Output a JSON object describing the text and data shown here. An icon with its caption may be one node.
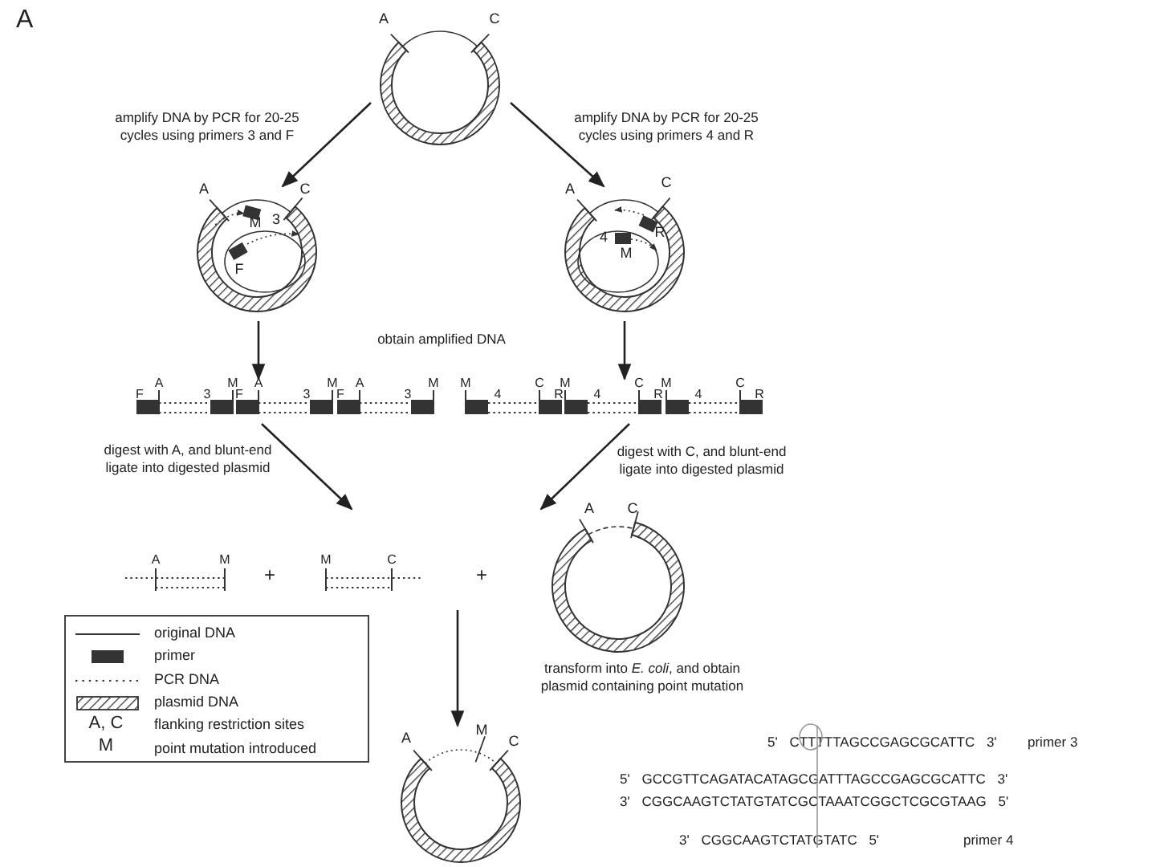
{
  "diagram": {
    "nodes": [
      {
        "text": [
          "A",
          "C"
        ]
      },
      {
        "text": [
          "A",
          "C",
          "M",
          "3",
          "F"
        ]
      },
      {
        "text": [
          "A",
          "C",
          "R",
          "4",
          "M"
        ]
      },
      {
        "text": [
          "F",
          "A",
          "3",
          "M",
          "F",
          "A",
          "3",
          "M",
          "F",
          "A",
          "3",
          "M"
        ]
      },
      {
        "text": [
          "M",
          "4",
          "C",
          "R",
          "M",
          "4",
          "C",
          "R",
          "M",
          "4",
          "C",
          "R"
        ]
      },
      {
        "text": [
          "A",
          "M"
        ]
      },
      {
        "text": [
          "M",
          "C"
        ]
      },
      {
        "text": [
          "A",
          "C"
        ],
        "beside": [
          "transform into *E. coli*, and obtain plasmid containing point mutation"
        ]
      },
      {
        "text": [
          "A",
          "M",
          "C"
        ]
      }
    ],
    "edges": [
      {
        "from": 0,
        "to": 1,
        "arrow": "to",
        "label": "amplify DNA by PCR for 20-25 cycles using primers 3 and F"
      },
      {
        "from": 0,
        "to": 2,
        "arrow": "to",
        "label": "amplify DNA by PCR for 20-25 cycles using primers 4 and R"
      },
      {
        "from": 1,
        "to": 3,
        "arrow": "to"
      },
      {
        "from": 2,
        "to": 4,
        "arrow": "to"
      },
      {
        "from": 3,
        "to": null,
        "arrow": "to",
        "label": "digest with A, and blunt-end ligate into digested plasmid"
      },
      {
        "from": 4,
        "to": 7,
        "arrow": "to",
        "label": "digest with C, and blunt-end ligate into digested plasmid"
      },
      {
        "from": null,
        "to": 8,
        "arrow": "to"
      }
    ],
    "labels": [
      "A",
      "obtain amplified DNA",
      "+",
      "+",
      "A, C",
      "M",
      "5' CTTTTTAGCCGAGCGCATTC 3'",
      "primer 3",
      "5' GCCGTTCAGATACATAGCGATTTAGCCGAGCGCATTC 3'",
      "3' CGGCAAGTCTATGTATCGCTAAATCGGCTCGCGTAAG 5'",
      "3' CGGCAAGTCTATGTATC 5'",
      "primer 4"
    ],
    "legend": [
      {
        "text": "original DNA"
      },
      {
        "text": "primer",
        "color": "#333333"
      },
      {
        "text": "PCR DNA"
      },
      {
        "text": "plasmid DNA"
      },
      {
        "text": "flanking restriction sites"
      },
      {
        "text": "point mutation introduced"
      }
    ]
  }
}
